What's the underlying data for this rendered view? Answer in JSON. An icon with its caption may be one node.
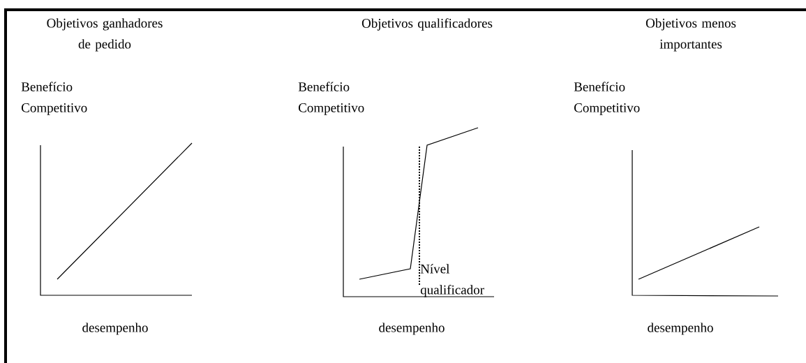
{
  "diagram": {
    "labels": [
      "Objetivos ganhadores de pedido",
      "Objetivos qualificadores",
      "Objetivos menos importantes",
      "Benefício Competitivo",
      "Benefício Competitivo",
      "Benefício Competitivo",
      "Nível qualificador",
      "desempenho",
      "desempenho",
      "desempenho"
    ]
  }
}
